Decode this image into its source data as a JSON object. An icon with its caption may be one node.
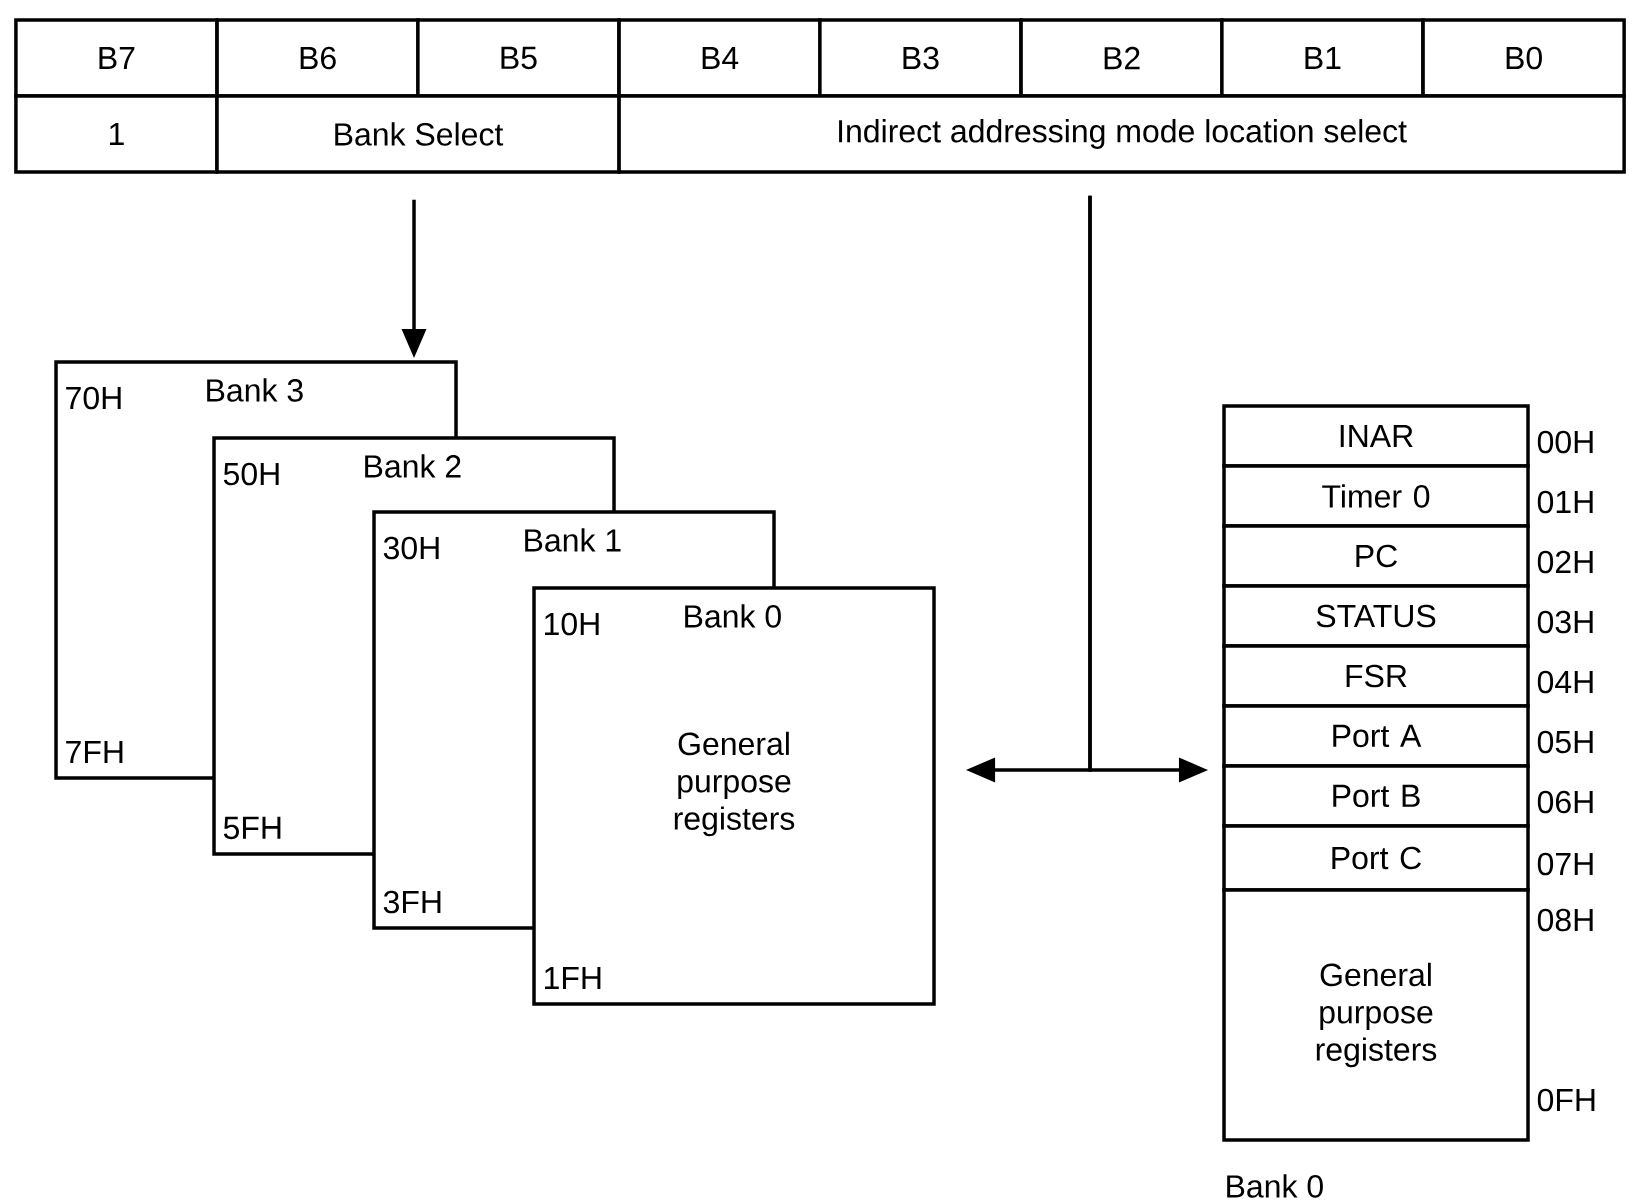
{
  "diagram": {
    "nodes": [
      {
        "text": [
          "B7"
        ]
      },
      {
        "text": [
          "B6"
        ]
      },
      {
        "text": [
          "B5"
        ]
      },
      {
        "text": [
          "B4"
        ]
      },
      {
        "text": [
          "B3"
        ]
      },
      {
        "text": [
          "B2"
        ]
      },
      {
        "text": [
          "B1"
        ]
      },
      {
        "text": [
          "B0"
        ]
      },
      {
        "text": [
          "1"
        ]
      },
      {
        "text": [
          "Bank Select"
        ]
      },
      {
        "text": [
          "Indirect addressing mode location select"
        ]
      },
      {
        "text": [
          "70H",
          "Bank 3",
          "7FH"
        ]
      },
      {
        "text": [
          "50H",
          "Bank 2",
          "5FH"
        ]
      },
      {
        "text": [
          "30H",
          "Bank 1",
          "3FH"
        ]
      },
      {
        "text": [
          "10H",
          "Bank 0",
          "General purpose registers",
          "1FH"
        ]
      },
      {
        "text": [
          "INAR"
        ],
        "beside": [
          "00H"
        ]
      },
      {
        "text": [
          "Timer 0"
        ],
        "beside": [
          "01H"
        ]
      },
      {
        "text": [
          "PC"
        ],
        "beside": [
          "02H"
        ]
      },
      {
        "text": [
          "STATUS"
        ],
        "beside": [
          "03H"
        ]
      },
      {
        "text": [
          "FSR"
        ],
        "beside": [
          "04H"
        ]
      },
      {
        "text": [
          "Port A"
        ],
        "beside": [
          "05H"
        ]
      },
      {
        "text": [
          "Port B"
        ],
        "beside": [
          "06H"
        ]
      },
      {
        "text": [
          "Port C"
        ],
        "beside": [
          "07H"
        ]
      },
      {
        "text": [
          "General purpose registers"
        ],
        "beside": [
          "08H",
          "0FH"
        ]
      }
    ],
    "edges": [
      {
        "from": 9,
        "to": 11,
        "arrow": "to"
      },
      {
        "from": 10,
        "to": 14,
        "arrow": "to"
      },
      {
        "from": 10,
        "to": 20,
        "arrow": "to"
      }
    ],
    "labels": [
      "Bank 0"
    ]
  }
}
